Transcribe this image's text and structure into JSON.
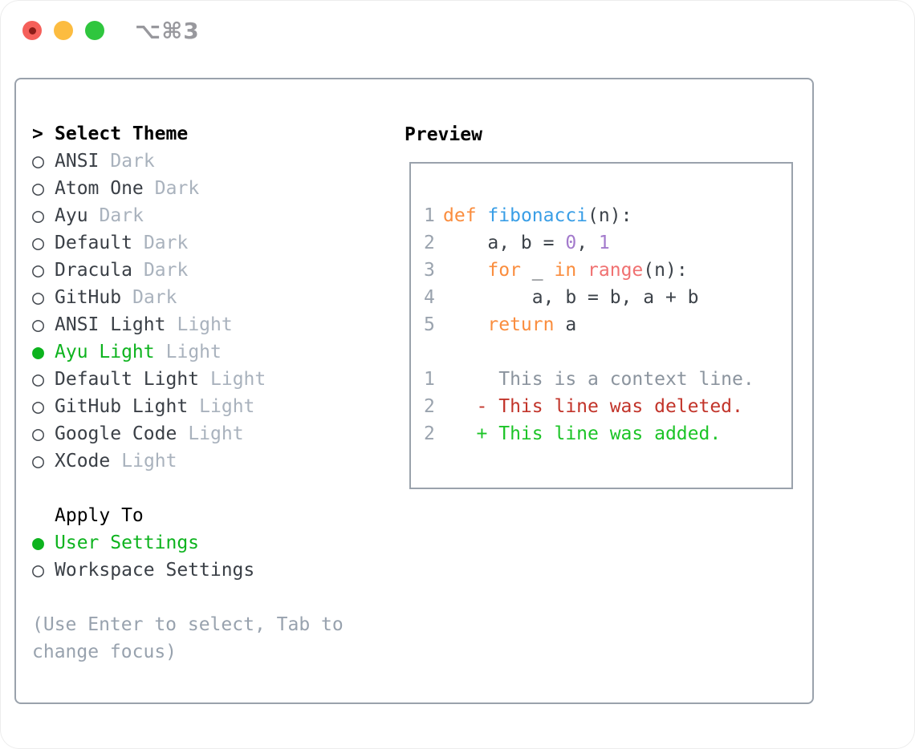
{
  "window": {
    "title": "⌥⌘3",
    "traffic_lights": [
      {
        "name": "close",
        "color": "#f5605a"
      },
      {
        "name": "minimize",
        "color": "#fcbc40"
      },
      {
        "name": "zoom",
        "color": "#2fc63e"
      }
    ]
  },
  "theme_picker": {
    "header_prefix": ">",
    "header": "Select Theme",
    "items": [
      {
        "name": "ANSI",
        "variant": "Dark",
        "selected": false
      },
      {
        "name": "Atom One",
        "variant": "Dark",
        "selected": false
      },
      {
        "name": "Ayu",
        "variant": "Dark",
        "selected": false
      },
      {
        "name": "Default",
        "variant": "Dark",
        "selected": false
      },
      {
        "name": "Dracula",
        "variant": "Dark",
        "selected": false
      },
      {
        "name": "GitHub",
        "variant": "Dark",
        "selected": false
      },
      {
        "name": "ANSI Light",
        "variant": "Light",
        "selected": false
      },
      {
        "name": "Ayu Light",
        "variant": "Light",
        "selected": true
      },
      {
        "name": "Default Light",
        "variant": "Light",
        "selected": false
      },
      {
        "name": "GitHub Light",
        "variant": "Light",
        "selected": false
      },
      {
        "name": "Google Code",
        "variant": "Light",
        "selected": false
      },
      {
        "name": "XCode",
        "variant": "Light",
        "selected": false
      }
    ],
    "marker_unselected": "○",
    "marker_selected": "●"
  },
  "apply_to": {
    "header": "Apply To",
    "options": [
      {
        "label": "User Settings",
        "selected": true
      },
      {
        "label": "Workspace Settings",
        "selected": false
      }
    ]
  },
  "hint": "(Use Enter to select, Tab to change focus)",
  "preview": {
    "header": "Preview",
    "code_lines": [
      {
        "num": "1",
        "segments": [
          {
            "t": "def",
            "c": "keyword"
          },
          {
            "t": " ",
            "c": "plain"
          },
          {
            "t": "fibonacci",
            "c": "function"
          },
          {
            "t": "(n):",
            "c": "plain"
          }
        ]
      },
      {
        "num": "2",
        "segments": [
          {
            "t": "    a, b = ",
            "c": "plain"
          },
          {
            "t": "0",
            "c": "number"
          },
          {
            "t": ", ",
            "c": "plain"
          },
          {
            "t": "1",
            "c": "number"
          }
        ]
      },
      {
        "num": "3",
        "segments": [
          {
            "t": "    ",
            "c": "plain"
          },
          {
            "t": "for",
            "c": "keyword"
          },
          {
            "t": " _ ",
            "c": "plain"
          },
          {
            "t": "in",
            "c": "keyword"
          },
          {
            "t": " ",
            "c": "plain"
          },
          {
            "t": "range",
            "c": "builtin"
          },
          {
            "t": "(n):",
            "c": "plain"
          }
        ]
      },
      {
        "num": "4",
        "segments": [
          {
            "t": "        a, b = b, a + b",
            "c": "plain"
          }
        ]
      },
      {
        "num": "5",
        "segments": [
          {
            "t": "    ",
            "c": "plain"
          },
          {
            "t": "return",
            "c": "keyword"
          },
          {
            "t": " a",
            "c": "plain"
          }
        ]
      }
    ],
    "diff_lines": [
      {
        "num": "1",
        "text": "     This is a context line.",
        "kind": "context"
      },
      {
        "num": "2",
        "text": "   - This line was deleted.",
        "kind": "deleted"
      },
      {
        "num": "2",
        "text": "   + This line was added.",
        "kind": "added"
      }
    ]
  },
  "colors": {
    "accent_green": "#0db31e",
    "added_green": "#1cc427",
    "deleted_red": "#c2342a",
    "keyword_orange": "#fa8d3e",
    "function_blue": "#399ee6",
    "number_purple": "#a37acc",
    "builtin_coral": "#f07171",
    "code_plain": "#3c4249",
    "text_dark": "#3a3f46",
    "muted": "#a9b2bd",
    "hint": "#98a2ae",
    "line_number": "#9aa3ae",
    "context_gray": "#8b949e",
    "border": "#9aa2ac",
    "marker": "#43484f",
    "titlebar_text": "#98989d",
    "light_red": "#f5605a",
    "light_red_dot": "#8c1d18",
    "light_yellow": "#fcbc40",
    "light_green": "#2fc63e"
  }
}
